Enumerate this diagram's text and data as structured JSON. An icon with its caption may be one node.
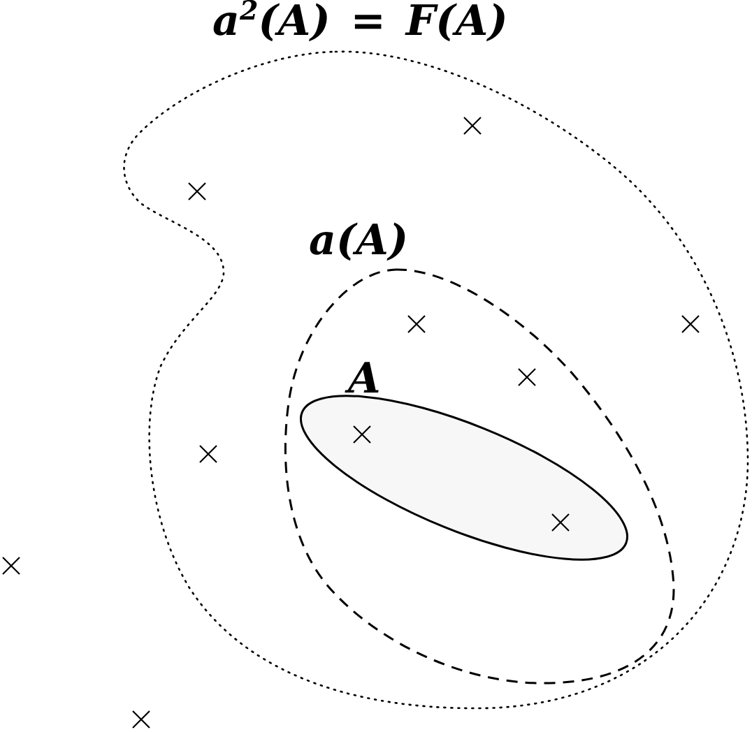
{
  "diagram": {
    "nodes": [
      {
        "text": [
          "a$^{2}$(A) = F(A)"
        ]
      },
      {
        "text": [],
        "shape": "cross",
        "in": 0
      },
      {
        "text": [],
        "shape": "cross",
        "in": 0
      },
      {
        "text": [
          "a(A)"
        ],
        "in": 0
      },
      {
        "text": [],
        "shape": "cross",
        "in": 3
      },
      {
        "text": [],
        "shape": "cross",
        "in": 0
      },
      {
        "text": [],
        "shape": "cross",
        "in": 3
      },
      {
        "text": [
          "A"
        ],
        "in": 3
      },
      {
        "text": [],
        "shape": "cross",
        "in": 7
      },
      {
        "text": [],
        "shape": "cross",
        "in": 0
      },
      {
        "text": [],
        "shape": "cross",
        "in": 7
      },
      {
        "text": [],
        "shape": "cross"
      },
      {
        "text": [],
        "shape": "cross"
      }
    ]
  }
}
